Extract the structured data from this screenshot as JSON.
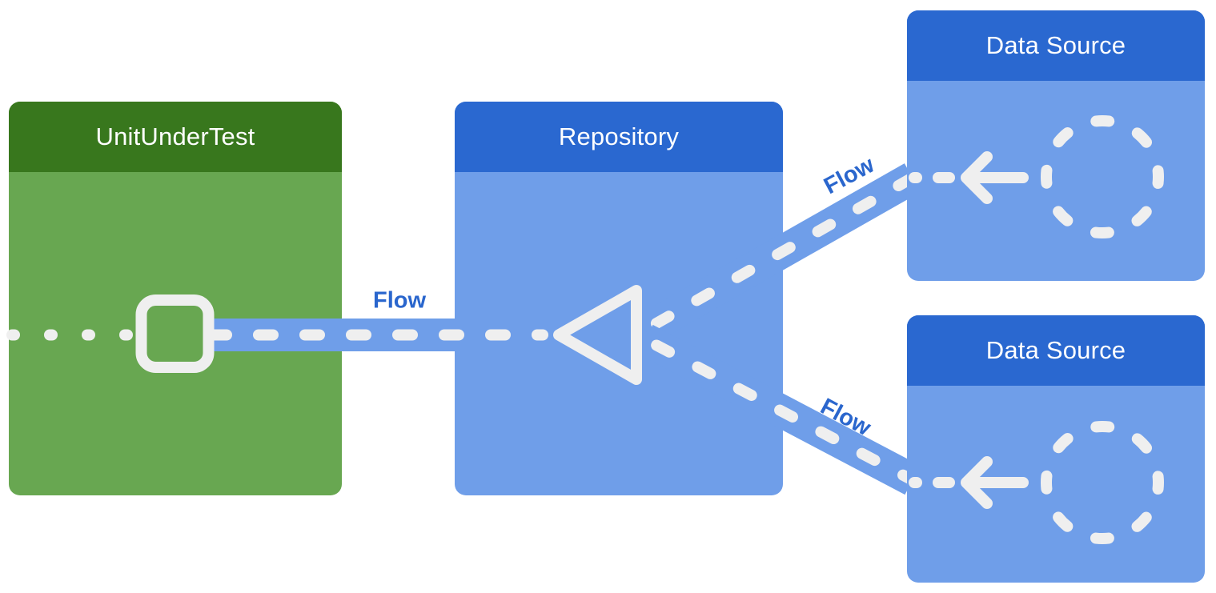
{
  "canvas": {
    "background": "#ffffff"
  },
  "boxes": [
    {
      "id": "unit-under-test",
      "title": "UnitUnderTest"
    },
    {
      "id": "repository",
      "title": "Repository"
    },
    {
      "id": "data-source-top",
      "title": "Data Source"
    },
    {
      "id": "data-source-bottom",
      "title": "Data Source"
    }
  ],
  "connectors": [
    {
      "id": "flow-main",
      "label": "Flow"
    },
    {
      "id": "flow-top",
      "label": "Flow"
    },
    {
      "id": "flow-bottom",
      "label": "Flow"
    }
  ],
  "icons": {
    "unit_collector": "square-outline-icon",
    "repository_collector": "triangle-left-icon",
    "data_source_emitter": "arrow-left-icon",
    "data_source_stream": "dashed-circle-icon"
  },
  "colors": {
    "canvas": "#ffffff",
    "green-header": "#38771d",
    "green-body": "#68a751",
    "blue-header": "#2a68d0",
    "blue-body": "#6f9ee9",
    "band": "#6f9ee9",
    "mark": "#efefef",
    "flow-label": "#2a66cd",
    "title-text": "#ffffff"
  }
}
